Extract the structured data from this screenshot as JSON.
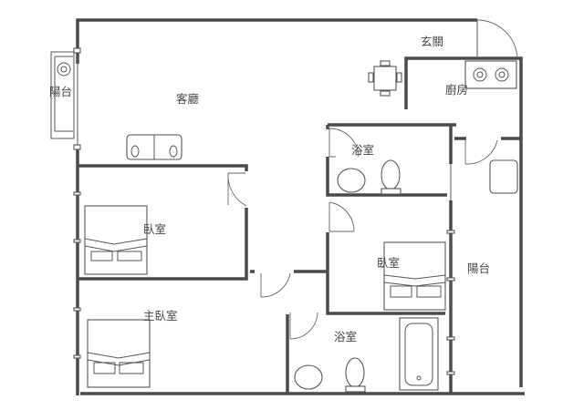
{
  "rooms": {
    "entrance": "玄關",
    "kitchen": "廚房",
    "living_room": "客廳",
    "balcony_left": "陽台",
    "bathroom_1": "浴室",
    "bedroom_1": "臥室",
    "bedroom_2": "臥室",
    "balcony_right": "陽台",
    "master_bedroom": "主臥室",
    "bathroom_2": "浴室"
  },
  "colors": {
    "wall": "#4a4a4a",
    "background": "#ffffff"
  }
}
